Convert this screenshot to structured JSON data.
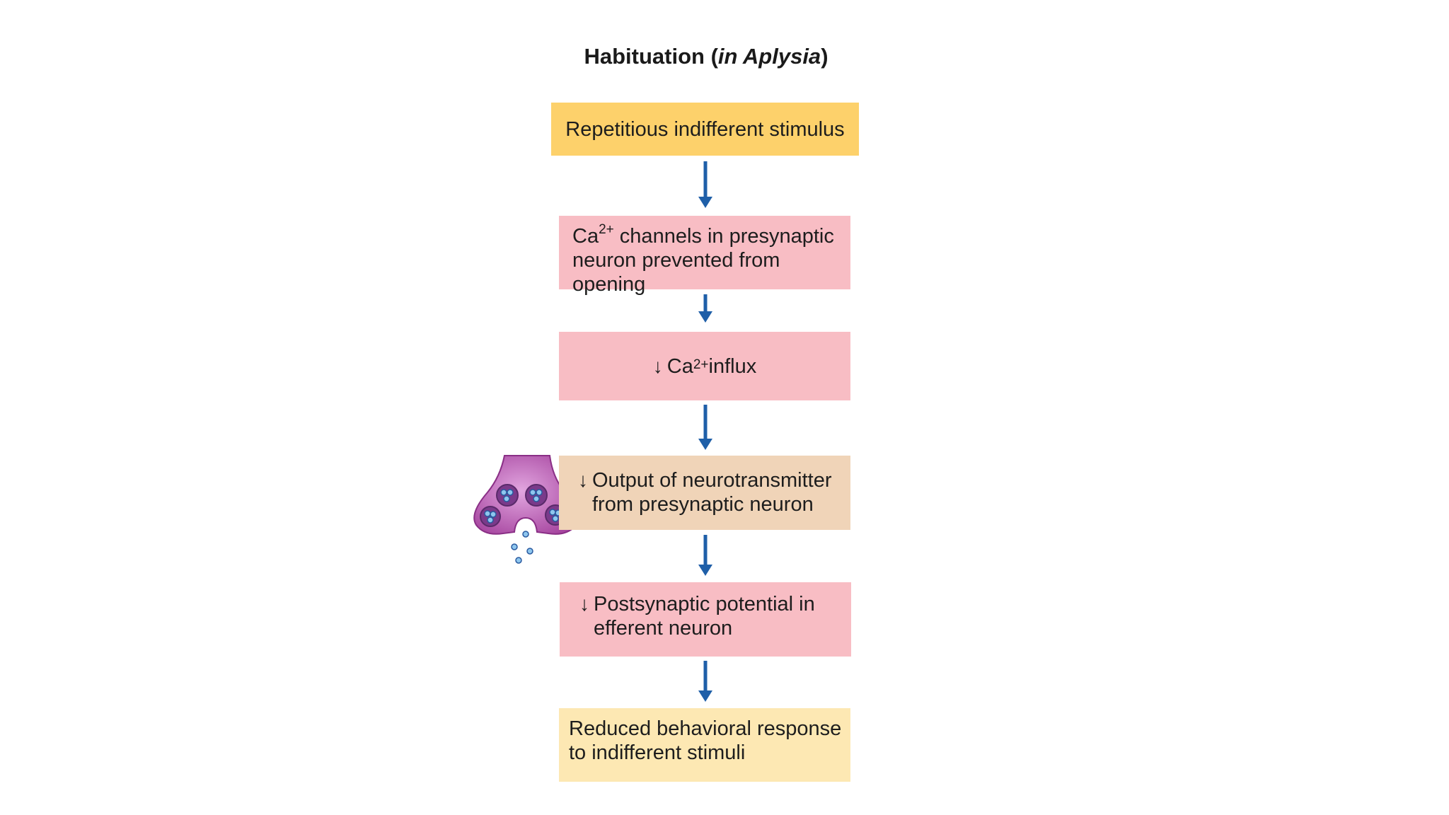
{
  "title": {
    "main": "Habituation (",
    "italic": "in Aplysia",
    "close": ")"
  },
  "steps": [
    {
      "text": "Repetitious indifferent stimulus"
    },
    {
      "line1_pre": "Ca",
      "sup": "2+",
      "line1_post": " channels in presynaptic",
      "line2": "neuron prevented from opening"
    },
    {
      "arrow": "↓",
      "pre": " Ca",
      "sup": "2+",
      "post": " influx"
    },
    {
      "arrow": "↓",
      "line1": "Output of neurotransmitter",
      "line2": "from presynaptic neuron"
    },
    {
      "arrow": "↓",
      "line1": "Postsynaptic potential in",
      "line2": "efferent neuron"
    },
    {
      "line1": "Reduced behavioral response",
      "line2": "to indifferent stimuli"
    }
  ],
  "colors": {
    "stimulus": "#fdd16b",
    "pink": "#f8bdc4",
    "tan": "#f0d4b8",
    "result": "#fde8b3",
    "arrow": "#1f5fa8",
    "terminal": "#b15ab1"
  },
  "icons": [
    "presynaptic-terminal-icon",
    "down-arrow-icon"
  ]
}
